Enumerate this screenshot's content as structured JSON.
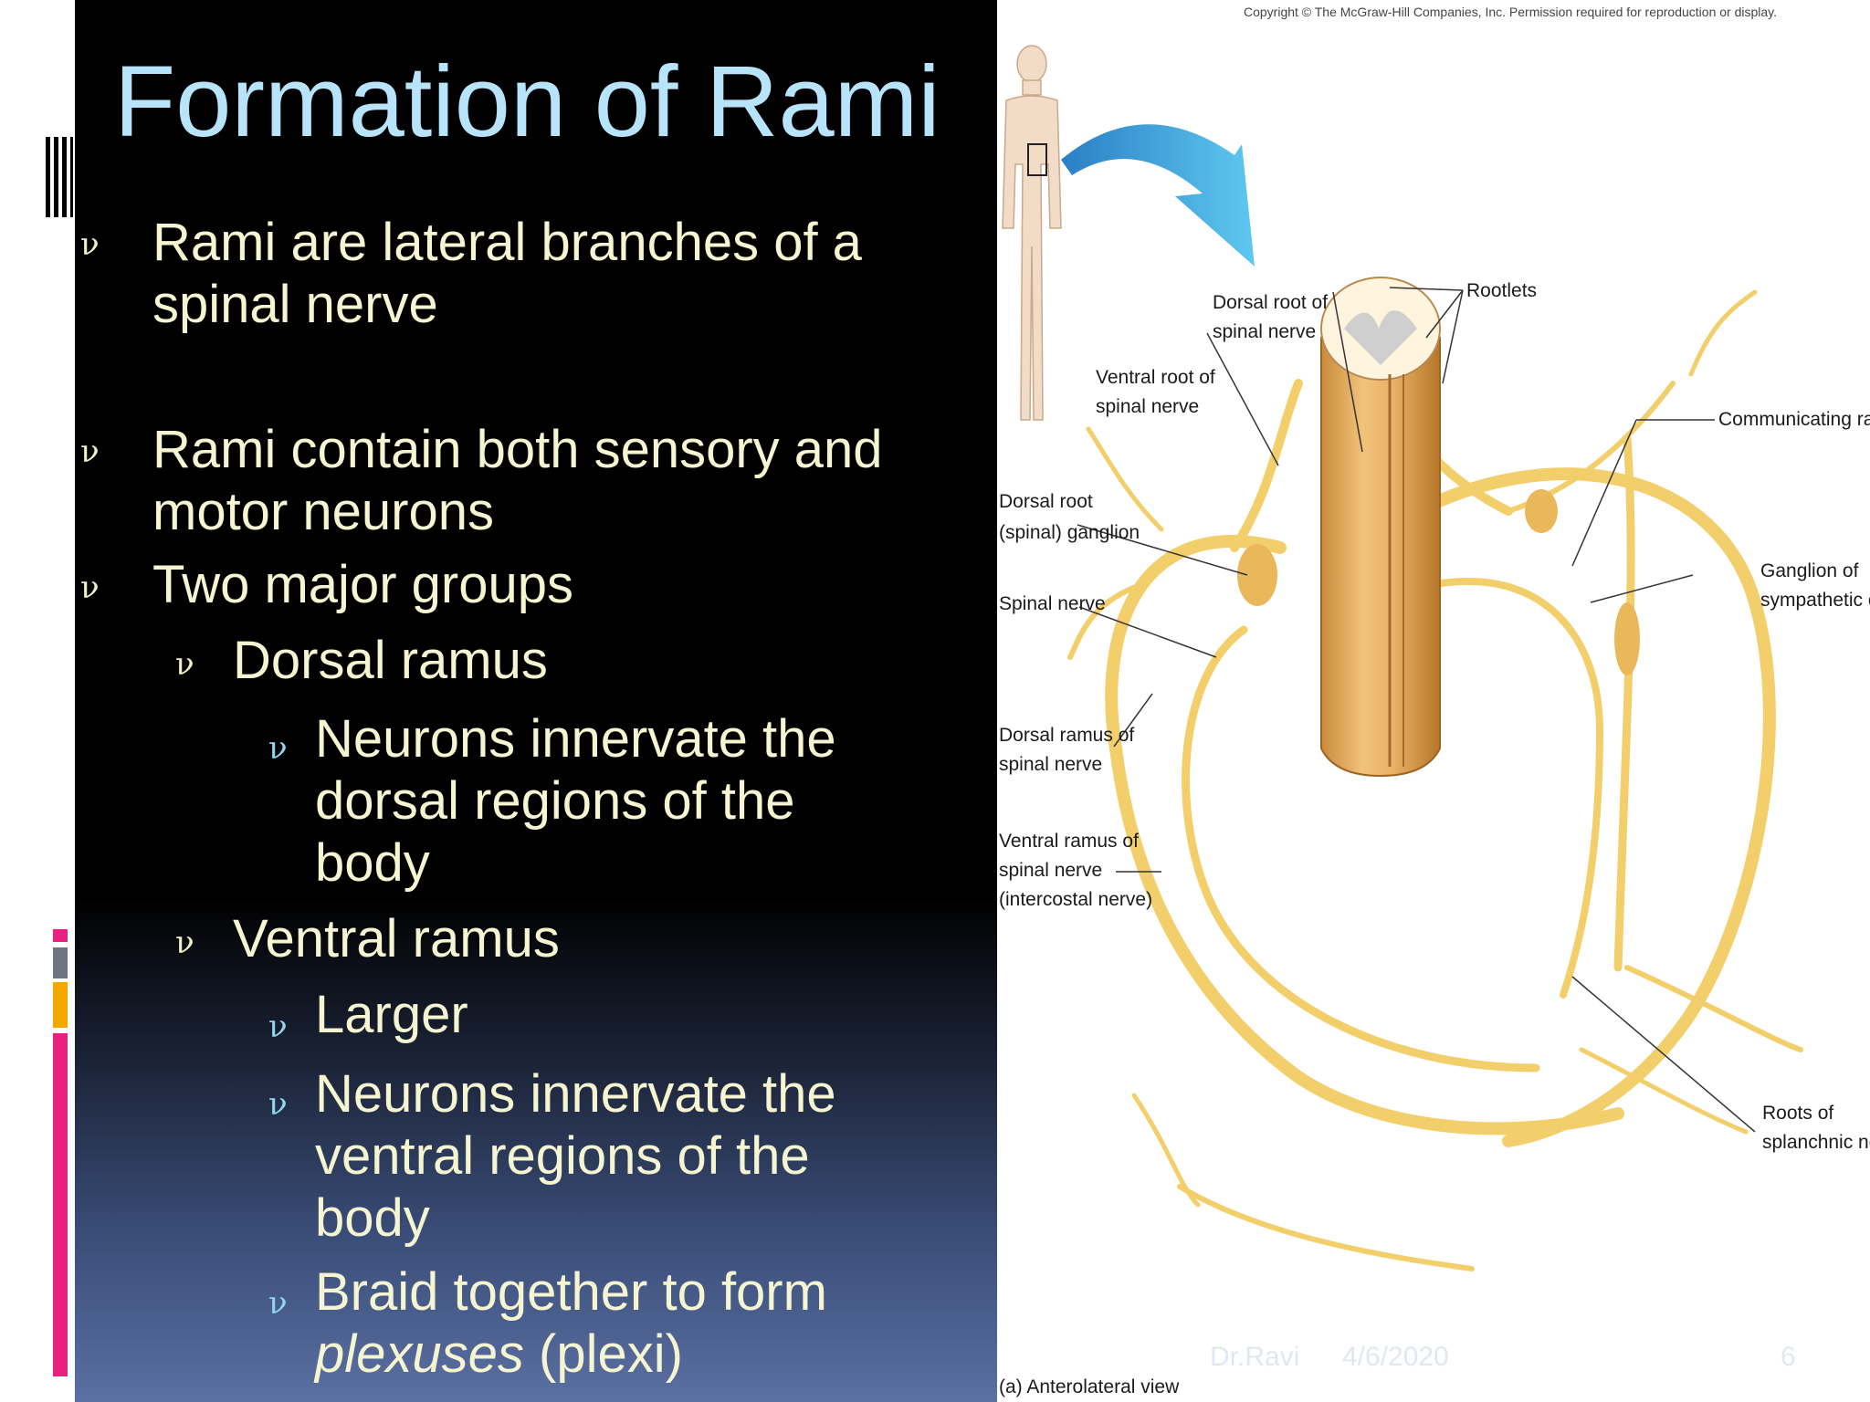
{
  "slide": {
    "title": "Formation of Rami",
    "bullet_symbol": "ν",
    "bullets": [
      {
        "lines": [
          "Rami are lateral branches of a",
          "spinal nerve"
        ]
      },
      {
        "lines": [
          "Rami contain both sensory and",
          "motor neurons"
        ]
      },
      {
        "lines": [
          "Two major groups"
        ]
      },
      {
        "lines": [
          "Dorsal ramus"
        ]
      },
      {
        "lines": [
          "Neurons innervate the",
          "dorsal regions of the",
          "body"
        ]
      },
      {
        "lines": [
          "Ventral ramus"
        ]
      },
      {
        "lines": [
          "Larger"
        ]
      },
      {
        "lines": [
          "Neurons innervate the",
          "ventral regions of the",
          "body"
        ]
      },
      {
        "line1": "Braid together to form",
        "italic": "plexuses",
        "tail": " (plexi)"
      }
    ],
    "footer": {
      "author": "Dr.Ravi",
      "date": "4/6/2020",
      "page": "6"
    }
  },
  "figure": {
    "copyright": "Copyright © The McGraw-Hill Companies, Inc. Permission required for reproduction or display.",
    "labels": {
      "dorsal_root": [
        "Dorsal root of",
        "spinal nerve"
      ],
      "rootlets": "Rootlets",
      "ventral_root": [
        "Ventral root of",
        "spinal nerve"
      ],
      "communicating_rami": "Communicating rami",
      "dorsal_root_ganglion": [
        "Dorsal root",
        "(spinal) ganglion"
      ],
      "spinal_nerve": "Spinal nerve",
      "ganglion_sympathetic": [
        "Ganglion of",
        "sympathetic chain"
      ],
      "dorsal_ramus": [
        "Dorsal ramus of",
        "spinal nerve"
      ],
      "ventral_ramus": [
        "Ventral ramus of",
        "spinal nerve",
        "(intercostal nerve)"
      ],
      "splanchnic": [
        "Roots of",
        "splanchnic nerve"
      ],
      "view": "(a) Anterolateral view"
    }
  }
}
